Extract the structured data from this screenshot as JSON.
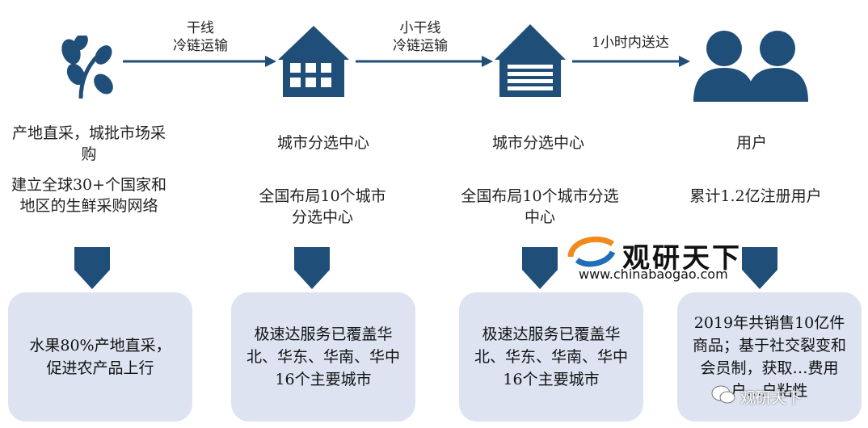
{
  "arrows": [
    {
      "line1": "干线",
      "line2": "冷链运输"
    },
    {
      "line1": "小干线",
      "line2": "冷链运输"
    },
    {
      "line1": "1小时内送达",
      "line2": ""
    }
  ],
  "stages": [
    {
      "icon": "plant-icon",
      "title": "产地直采，城批市场采购",
      "desc": "建立全球30+个国家和地区的生鲜采购网络",
      "box": "水果80%产地直采，促进农产品上行"
    },
    {
      "icon": "warehouse-grid-icon",
      "title": "城市分选中心",
      "desc": "全国布局10个城市分选中心",
      "box": "极速达服务已覆盖华北、华东、华南、华中16个主要城市"
    },
    {
      "icon": "warehouse-list-icon",
      "title": "城市分选中心",
      "desc": "全国布局10个城市分选中心",
      "box": "极速达服务已覆盖华北、华东、华南、华中16个主要城市"
    },
    {
      "icon": "users-icon",
      "title": "用户",
      "desc": "累计1.2亿注册用户",
      "box": "2019年共销售10亿件商品；基于社交裂变和会员制，获取…费用户…户粘性"
    }
  ],
  "watermark": {
    "name": "观研天下",
    "url": "www.chinabaogao.com",
    "wechat": "观研天下"
  },
  "colors": {
    "icon": "#1f4e79",
    "box": "#dde3f1",
    "arrow": "#1f4e79"
  }
}
